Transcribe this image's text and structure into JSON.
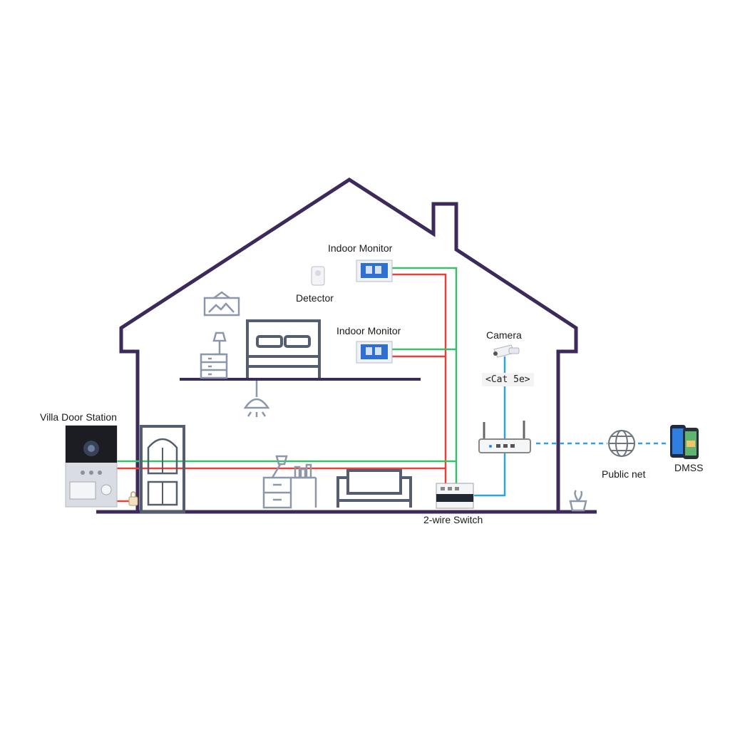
{
  "labels": {
    "indoor_monitor_1": "Indoor Monitor",
    "detector": "Detector",
    "indoor_monitor_2": "Indoor Monitor",
    "camera": "Camera",
    "cable": "<Cat 5e>",
    "villa_door_station": "Villa Door Station",
    "public_net": "Public net",
    "dmss": "DMSS",
    "two_wire_switch": "2-wire Switch"
  },
  "colors": {
    "house_outline": "#3b2a5a",
    "wire_red": "#e8403a",
    "wire_green": "#3bbf6a",
    "network_blue": "#2aa5e0"
  }
}
